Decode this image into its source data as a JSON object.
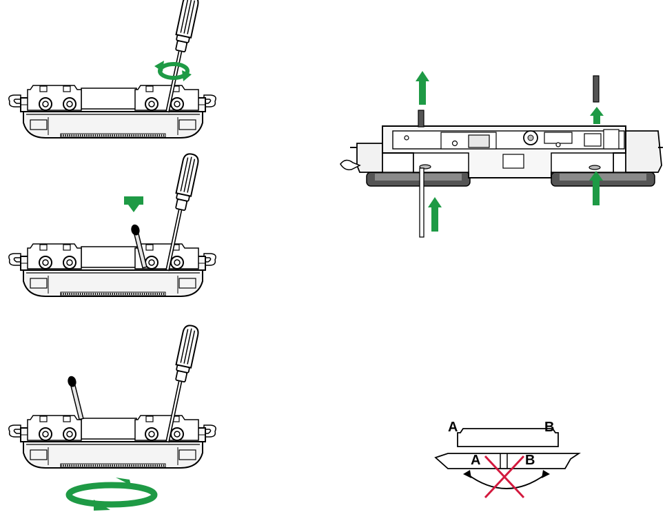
{
  "colors": {
    "arrow_green": "#1e9a45",
    "cross_red": "#d3193e",
    "outline": "#000000",
    "fill_light": "#f4f4f4",
    "fill_mid": "#dcdcdc",
    "fill_dark": "#555555"
  },
  "icons": {
    "rotate_screwdriver": "rotate-arrow-icon",
    "push_down": "down-arrow-icon",
    "lift_up": "up-arrow-icon",
    "turn_over": "turn-over-arrow-icon",
    "not_allowed": "red-cross-icon"
  },
  "labels": {
    "end_a_top": "A",
    "end_b_top": "B",
    "end_a_bottom": "A",
    "end_b_bottom": "B"
  }
}
